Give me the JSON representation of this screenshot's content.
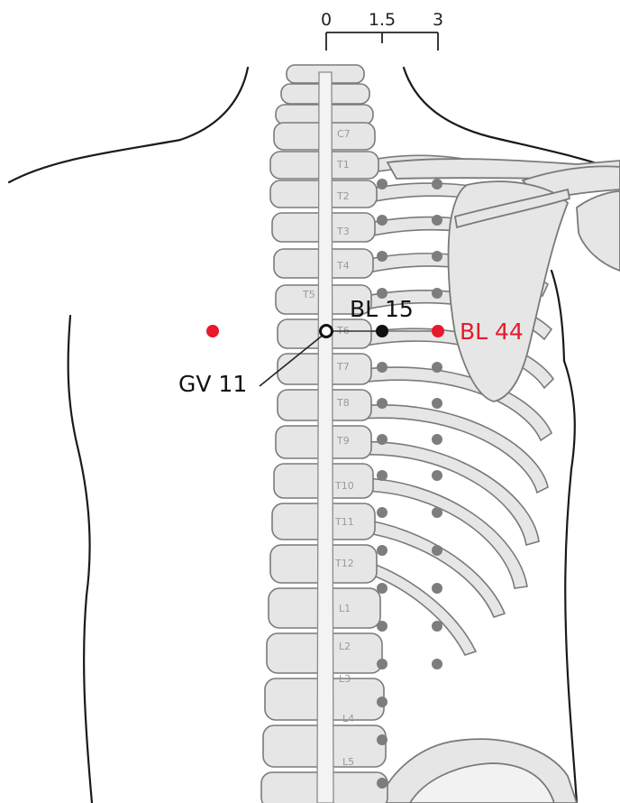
{
  "scale": {
    "labels": [
      "0",
      "1.5",
      "3"
    ]
  },
  "vertebrae": [
    "C7",
    "T1",
    "T2",
    "T3",
    "T4",
    "T5",
    "T6",
    "T7",
    "T8",
    "T9",
    "T10",
    "T11",
    "T12",
    "L1",
    "L2",
    "L3",
    "L4",
    "L5"
  ],
  "points": {
    "gv11": {
      "label": "GV 11",
      "color": "#111111"
    },
    "bl15": {
      "label": "BL 15",
      "color": "#111111"
    },
    "bl44": {
      "label": "BL 44",
      "color": "#e8192c"
    },
    "bl44_mirror": {
      "color": "#e8192c"
    }
  },
  "colors": {
    "bone_fill": "#e6e6e6",
    "bone_stroke": "#7a7a7a",
    "marker_gray": "#7d7d7d",
    "outline": "#1a1a1a"
  }
}
